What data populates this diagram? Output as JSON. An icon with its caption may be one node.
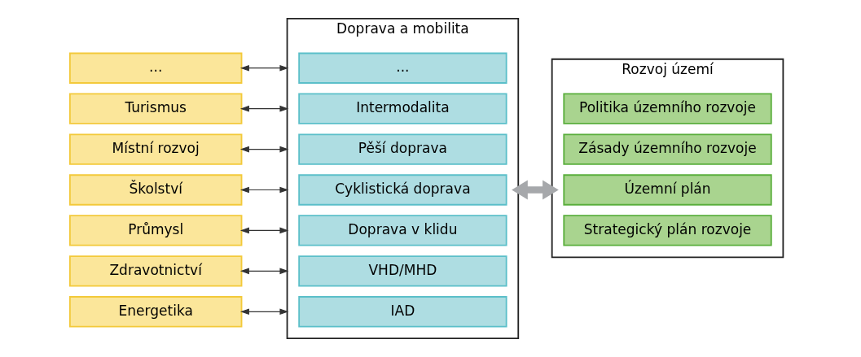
{
  "diagram": {
    "nodes": [
      {
        "text": [
          "Energetika"
        ]
      },
      {
        "text": [
          "Zdravotnictví"
        ]
      },
      {
        "text": [
          "Průmysl"
        ]
      },
      {
        "text": [
          "Školství"
        ]
      },
      {
        "text": [
          "Místní rozvoj"
        ]
      },
      {
        "text": [
          "Turismus"
        ]
      },
      {
        "text": [
          "..."
        ]
      },
      {
        "text": [
          "Doprava a mobilita"
        ]
      },
      {
        "text": [
          "IAD"
        ],
        "in": 7
      },
      {
        "text": [
          "VHD/MHD"
        ],
        "in": 7
      },
      {
        "text": [
          "Doprava v klidu"
        ],
        "in": 7
      },
      {
        "text": [
          "Cyklistická doprava"
        ],
        "in": 7
      },
      {
        "text": [
          "Pěší doprava"
        ],
        "in": 7
      },
      {
        "text": [
          "Intermodalita"
        ],
        "in": 7
      },
      {
        "text": [
          "..."
        ],
        "in": 7
      },
      {
        "text": [
          "Rozvoj území"
        ]
      },
      {
        "text": [
          "Politika územního rozvoje"
        ],
        "in": 15
      },
      {
        "text": [
          "Zásady územního rozvoje"
        ],
        "in": 15
      },
      {
        "text": [
          "Územní plán"
        ],
        "in": 15
      },
      {
        "text": [
          "Strategický plán rozvoje"
        ],
        "in": 15
      }
    ],
    "edges": [
      {
        "from": 7,
        "to": 0,
        "arrow": "both"
      },
      {
        "from": 7,
        "to": 1,
        "arrow": "both"
      },
      {
        "from": 7,
        "to": 2,
        "arrow": "both"
      },
      {
        "from": 7,
        "to": 3,
        "arrow": "both"
      },
      {
        "from": 7,
        "to": 4,
        "arrow": "both"
      },
      {
        "from": 7,
        "to": 5,
        "arrow": "both"
      },
      {
        "from": 7,
        "to": 6,
        "arrow": "both"
      },
      {
        "from": 7,
        "to": 15,
        "arrow": "both",
        "style": "thick",
        "color": "#a6a8ab"
      }
    ]
  }
}
